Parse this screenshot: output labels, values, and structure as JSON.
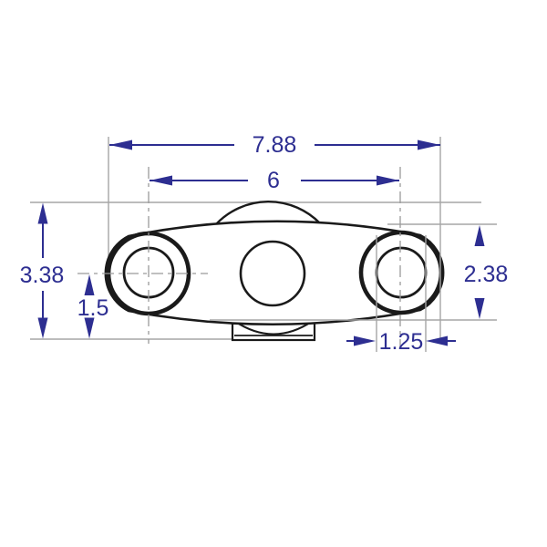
{
  "drawing": {
    "kind": "dimension-drawing",
    "labels": {
      "overall_width": "7.88",
      "hole_spacing": "6",
      "overall_height": "3.38",
      "center_to_base": "1.5",
      "body_thickness": "2.38",
      "hole_diameter": "1.25"
    },
    "colors": {
      "dimension": "#2d2e91",
      "extension_line": "#a6a6a6",
      "center_line": "#9a9a9a",
      "outline": "#1a1a1a",
      "background": "#ffffff"
    }
  }
}
